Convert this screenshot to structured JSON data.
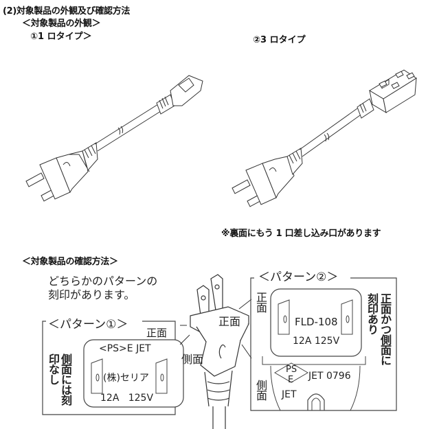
{
  "heading": {
    "section_title": "(2)対象製品の外観及び確認方法",
    "appearance_title": "＜対象製品の外観＞",
    "type1_label": "①1 ロタイプ＞",
    "type3_label": "②3 ロタイプ",
    "note": "※裏面にもう 1 口差し込み口があります",
    "check_method_title": "＜対象製品の確認方法＞"
  },
  "illustrations": {
    "type1_icon": "power-cord-single-outlet-icon",
    "type3_icon": "power-cord-triple-outlet-icon",
    "plug_icon": "two-prong-plug-icon"
  },
  "diagram": {
    "intro_line1": "どちらかのパターンの",
    "intro_line2": "刻印があります。",
    "plug_front_label": "正面",
    "plug_side_label": "側面",
    "pattern1": {
      "title": "＜パターン①＞",
      "front_label": "正面",
      "marking_line1": "<PS>E  JET",
      "marking_line2": "(株)セリア",
      "marking_line3": "12A   125V",
      "side_note": "側面には刻印なし"
    },
    "pattern2": {
      "title": "＜パターン②＞",
      "front_label": "正面",
      "side_label": "側面",
      "marking_model": "FLD-108",
      "marking_rating": "12A 125V",
      "pse_top": "PS",
      "pse_bottom": "E",
      "side_marking": "JET 0796",
      "side_jet": "JET",
      "right_note_a": "正面かつ側面に",
      "right_note_b": "刻印あり"
    }
  }
}
